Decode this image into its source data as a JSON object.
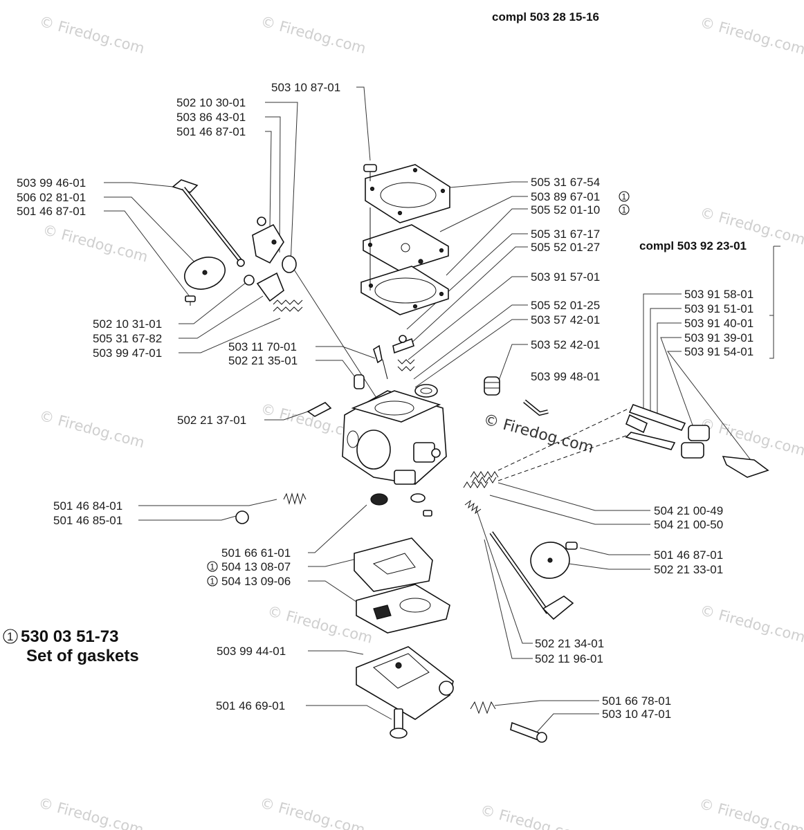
{
  "assemblies": {
    "top": "compl 503 28 15-16",
    "right": "compl 503 92 23-01"
  },
  "gasket_set": {
    "marker": "1",
    "part_number": "530 03 51-73",
    "label": "Set of gaskets"
  },
  "watermark": "© Firedog.com",
  "labels": [
    {
      "id": "l1",
      "text": "503 10 87-01"
    },
    {
      "id": "l2",
      "text": "502 10 30-01"
    },
    {
      "id": "l3",
      "text": "503 86 43-01"
    },
    {
      "id": "l4",
      "text": "501 46 87-01"
    },
    {
      "id": "l5",
      "text": "503 99 46-01"
    },
    {
      "id": "l6",
      "text": "506 02 81-01"
    },
    {
      "id": "l7",
      "text": "501 46 87-01"
    },
    {
      "id": "l8",
      "text": "505 31 67-54"
    },
    {
      "id": "l9",
      "text": "503 89 67-01",
      "marker": "1"
    },
    {
      "id": "l10",
      "text": "505 52 01-10",
      "marker": "1"
    },
    {
      "id": "l11",
      "text": "505 31 67-17"
    },
    {
      "id": "l12",
      "text": "505 52 01-27"
    },
    {
      "id": "l13",
      "text": "503 91 57-01"
    },
    {
      "id": "l14",
      "text": "505 52 01-25"
    },
    {
      "id": "l15",
      "text": "503 57 42-01"
    },
    {
      "id": "l16",
      "text": "503 52 42-01"
    },
    {
      "id": "l17",
      "text": "503 99 48-01"
    },
    {
      "id": "l18",
      "text": "502 10 31-01"
    },
    {
      "id": "l19",
      "text": "505 31 67-82"
    },
    {
      "id": "l20",
      "text": "503 99 47-01"
    },
    {
      "id": "l21",
      "text": "503 11 70-01"
    },
    {
      "id": "l22",
      "text": "502 21 35-01"
    },
    {
      "id": "l23",
      "text": "502 21 37-01"
    },
    {
      "id": "l24",
      "text": "503 91 58-01"
    },
    {
      "id": "l25",
      "text": "503 91 51-01"
    },
    {
      "id": "l26",
      "text": "503 91 40-01"
    },
    {
      "id": "l27",
      "text": "503 91 39-01"
    },
    {
      "id": "l28",
      "text": "503 91 54-01"
    },
    {
      "id": "l29",
      "text": "501 46 84-01"
    },
    {
      "id": "l30",
      "text": "501 46 85-01"
    },
    {
      "id": "l31",
      "text": "504 21 00-49"
    },
    {
      "id": "l32",
      "text": "504 21 00-50"
    },
    {
      "id": "l33",
      "text": "501 66 61-01"
    },
    {
      "id": "l34",
      "text": "504 13 08-07",
      "marker": "1"
    },
    {
      "id": "l35",
      "text": "504 13 09-06",
      "marker": "1"
    },
    {
      "id": "l36",
      "text": "501 46 87-01"
    },
    {
      "id": "l37",
      "text": "502 21 33-01"
    },
    {
      "id": "l38",
      "text": "503 99 44-01"
    },
    {
      "id": "l39",
      "text": "502 21 34-01"
    },
    {
      "id": "l40",
      "text": "502 11 96-01"
    },
    {
      "id": "l41",
      "text": "501 46 69-01"
    },
    {
      "id": "l42",
      "text": "501 66 78-01"
    },
    {
      "id": "l43",
      "text": "503 10 47-01"
    }
  ]
}
